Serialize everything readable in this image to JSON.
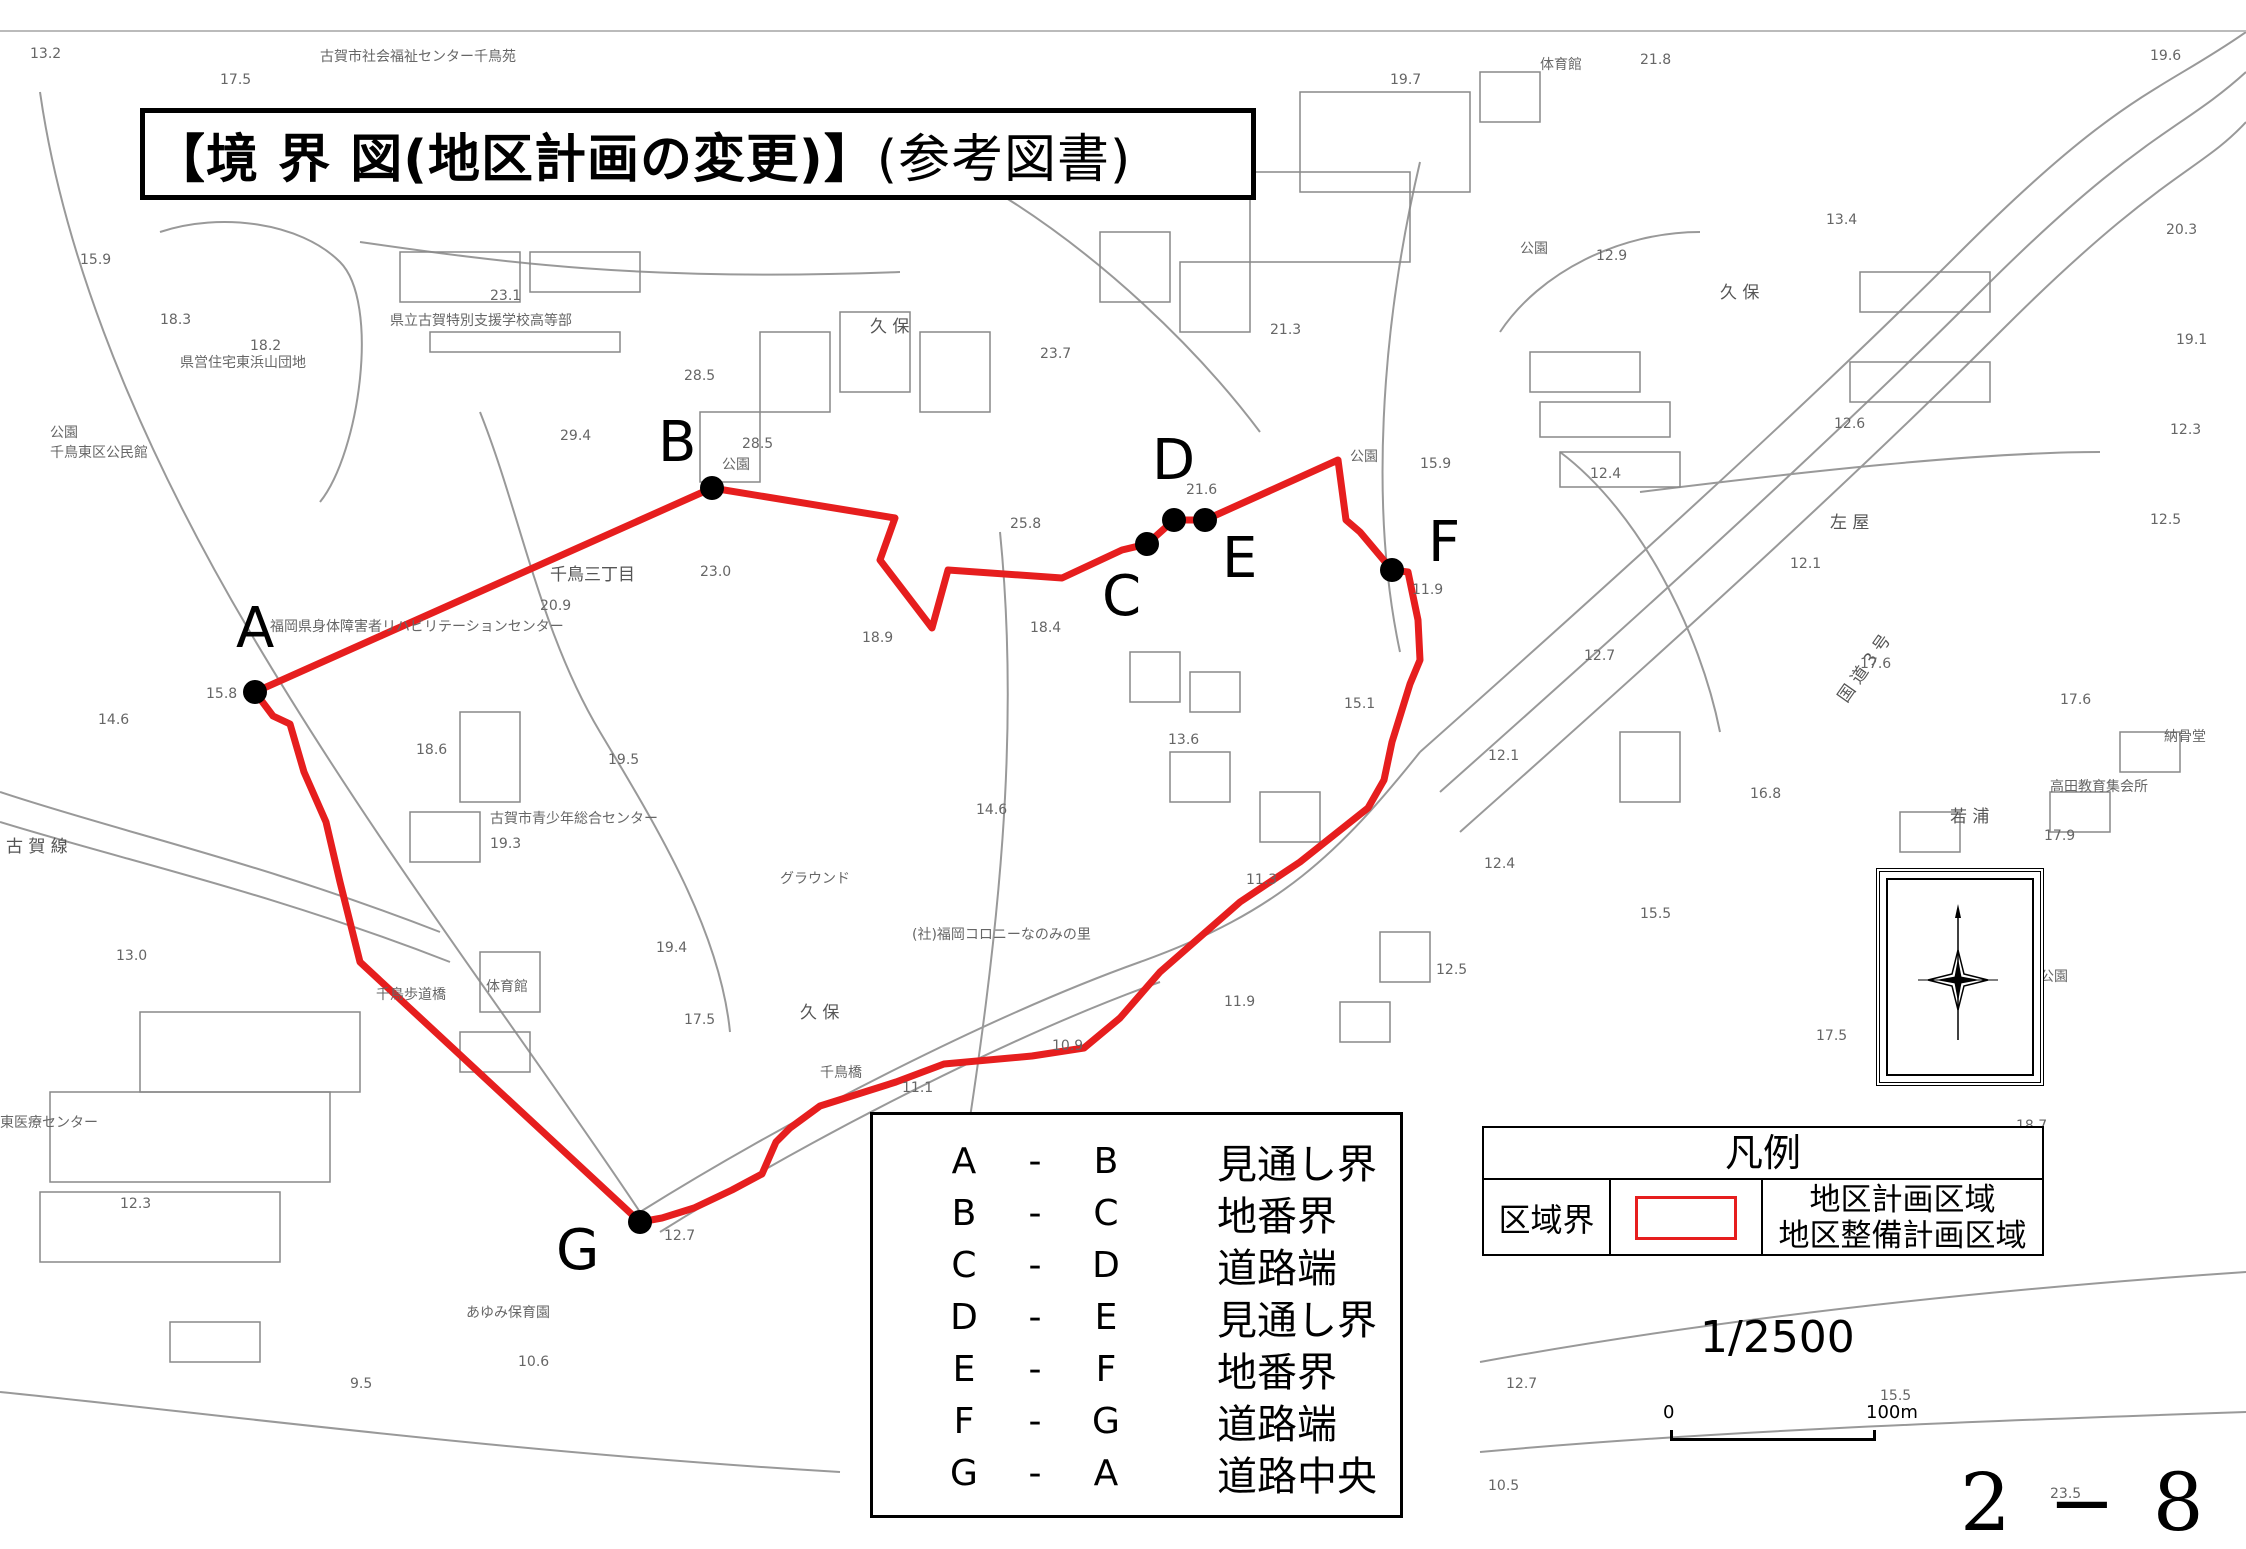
{
  "title": {
    "main": "【境 界 図(地区計画の変更)】",
    "sub": "(参考図書)"
  },
  "points": [
    {
      "id": "A"
    },
    {
      "id": "B"
    },
    {
      "id": "C"
    },
    {
      "id": "D"
    },
    {
      "id": "E"
    },
    {
      "id": "F"
    },
    {
      "id": "G"
    }
  ],
  "segments": [
    {
      "from": "A",
      "dash": "-",
      "to": "B",
      "type": "見通し界"
    },
    {
      "from": "B",
      "dash": "-",
      "to": "C",
      "type": "地番界"
    },
    {
      "from": "C",
      "dash": "-",
      "to": "D",
      "type": "道路端"
    },
    {
      "from": "D",
      "dash": "-",
      "to": "E",
      "type": "見通し界"
    },
    {
      "from": "E",
      "dash": "-",
      "to": "F",
      "type": "地番界"
    },
    {
      "from": "F",
      "dash": "-",
      "to": "G",
      "type": "道路端"
    },
    {
      "from": "G",
      "dash": "-",
      "to": "A",
      "type": "道路中央"
    }
  ],
  "legend": {
    "title": "凡例",
    "label": "区域界",
    "desc1": "地区計画区域",
    "desc2": "地区整備計画区域",
    "line_color": "#e61e1e"
  },
  "scale": {
    "ratio": "1/2500",
    "zero": "0",
    "end": "100m"
  },
  "page_number": "2 − 8",
  "map_labels": {
    "welfare_center": "古賀市社会福祉センター千鳥苑",
    "gym_top": "体育館",
    "school": "県立古賀特別支援学校高等部",
    "housing": "県営住宅東浜山団地",
    "park1": "公園",
    "community_hall": "千鳥東区公民館",
    "park2": "公園",
    "chidori3": "千鳥三丁目",
    "rehab_center": "福岡県身体障害者リハビリテーションセンター",
    "youth_center": "古賀市青少年総合センター",
    "ground": "グラウンド",
    "colony": "(社)福岡コロニーなのみの里",
    "gym_mid": "体育館",
    "kubo1": "久 保",
    "kubo2": "久 保",
    "kubo3": "久 保",
    "chidori_bridge": "千鳥歩道橋",
    "chidori_bridge2": "千鳥橋",
    "koga_line": "古 賀 線",
    "medical_center": "東医療センター",
    "nursery": "あゆみ保育園",
    "sawaya": "左 屋",
    "wakaura": "若 浦",
    "takada": "高田教育集会所",
    "noukotsu": "納骨堂",
    "kokudo": "国 道 3 号",
    "park3": "公園",
    "park4": "公園",
    "park5": "公園",
    "e_13_2": "13.2",
    "e_17_5": "17.5",
    "e_19_7": "19.7",
    "e_21_8": "21.8",
    "e_19_6": "19.6",
    "e_15_9": "15.9",
    "e_23_1": "23.1",
    "e_18_3": "18.3",
    "e_18_2": "18.2",
    "e_29_4": "29.4",
    "e_28_5": "28.5",
    "e_28_5b": "28.5",
    "e_23_7": "23.7",
    "e_21_3": "21.3",
    "e_13_4": "13.4",
    "e_20_3": "20.3",
    "e_12_9": "12.9",
    "e_19_1": "19.1",
    "e_12_6": "12.6",
    "e_12_3": "12.3",
    "e_15_9b": "15.9",
    "e_12_4": "12.4",
    "e_25_8": "25.8",
    "e_21_6": "21.6",
    "e_11_9": "11.9",
    "e_12_5": "12.5",
    "e_23_0": "23.0",
    "e_20_9": "20.9",
    "e_18_9": "18.9",
    "e_18_4": "18.4",
    "e_15_8": "15.8",
    "e_14_6": "14.6",
    "e_18_6": "18.6",
    "e_19_5": "19.5",
    "e_19_3": "19.3",
    "e_15_1": "15.1",
    "e_13_6": "13.6",
    "e_14_6b": "14.6",
    "e_12_1": "12.1",
    "e_12_7": "12.7",
    "e_17_6": "17.6",
    "e_17_6b": "17.6",
    "e_16_8": "16.8",
    "e_17_9": "17.9",
    "e_12_1b": "12.1",
    "e_11_3": "11.3",
    "e_12_4b": "12.4",
    "e_15_5": "15.5",
    "e_13_0": "13.0",
    "e_19_4": "19.4",
    "e_17_5b": "17.5",
    "e_11_9b": "11.9",
    "e_10_9": "10.9",
    "e_11_1": "11.1",
    "e_12_5b": "12.5",
    "e_17_5c": "17.5",
    "e_18_7": "18.7",
    "e_12_7b": "12.7",
    "e_12_3b": "12.3",
    "e_10_6": "10.6",
    "e_9_5": "9.5",
    "e_12_7c": "12.7",
    "e_15_5b": "15.5",
    "e_10_5": "10.5",
    "e_23_5": "23.5"
  }
}
